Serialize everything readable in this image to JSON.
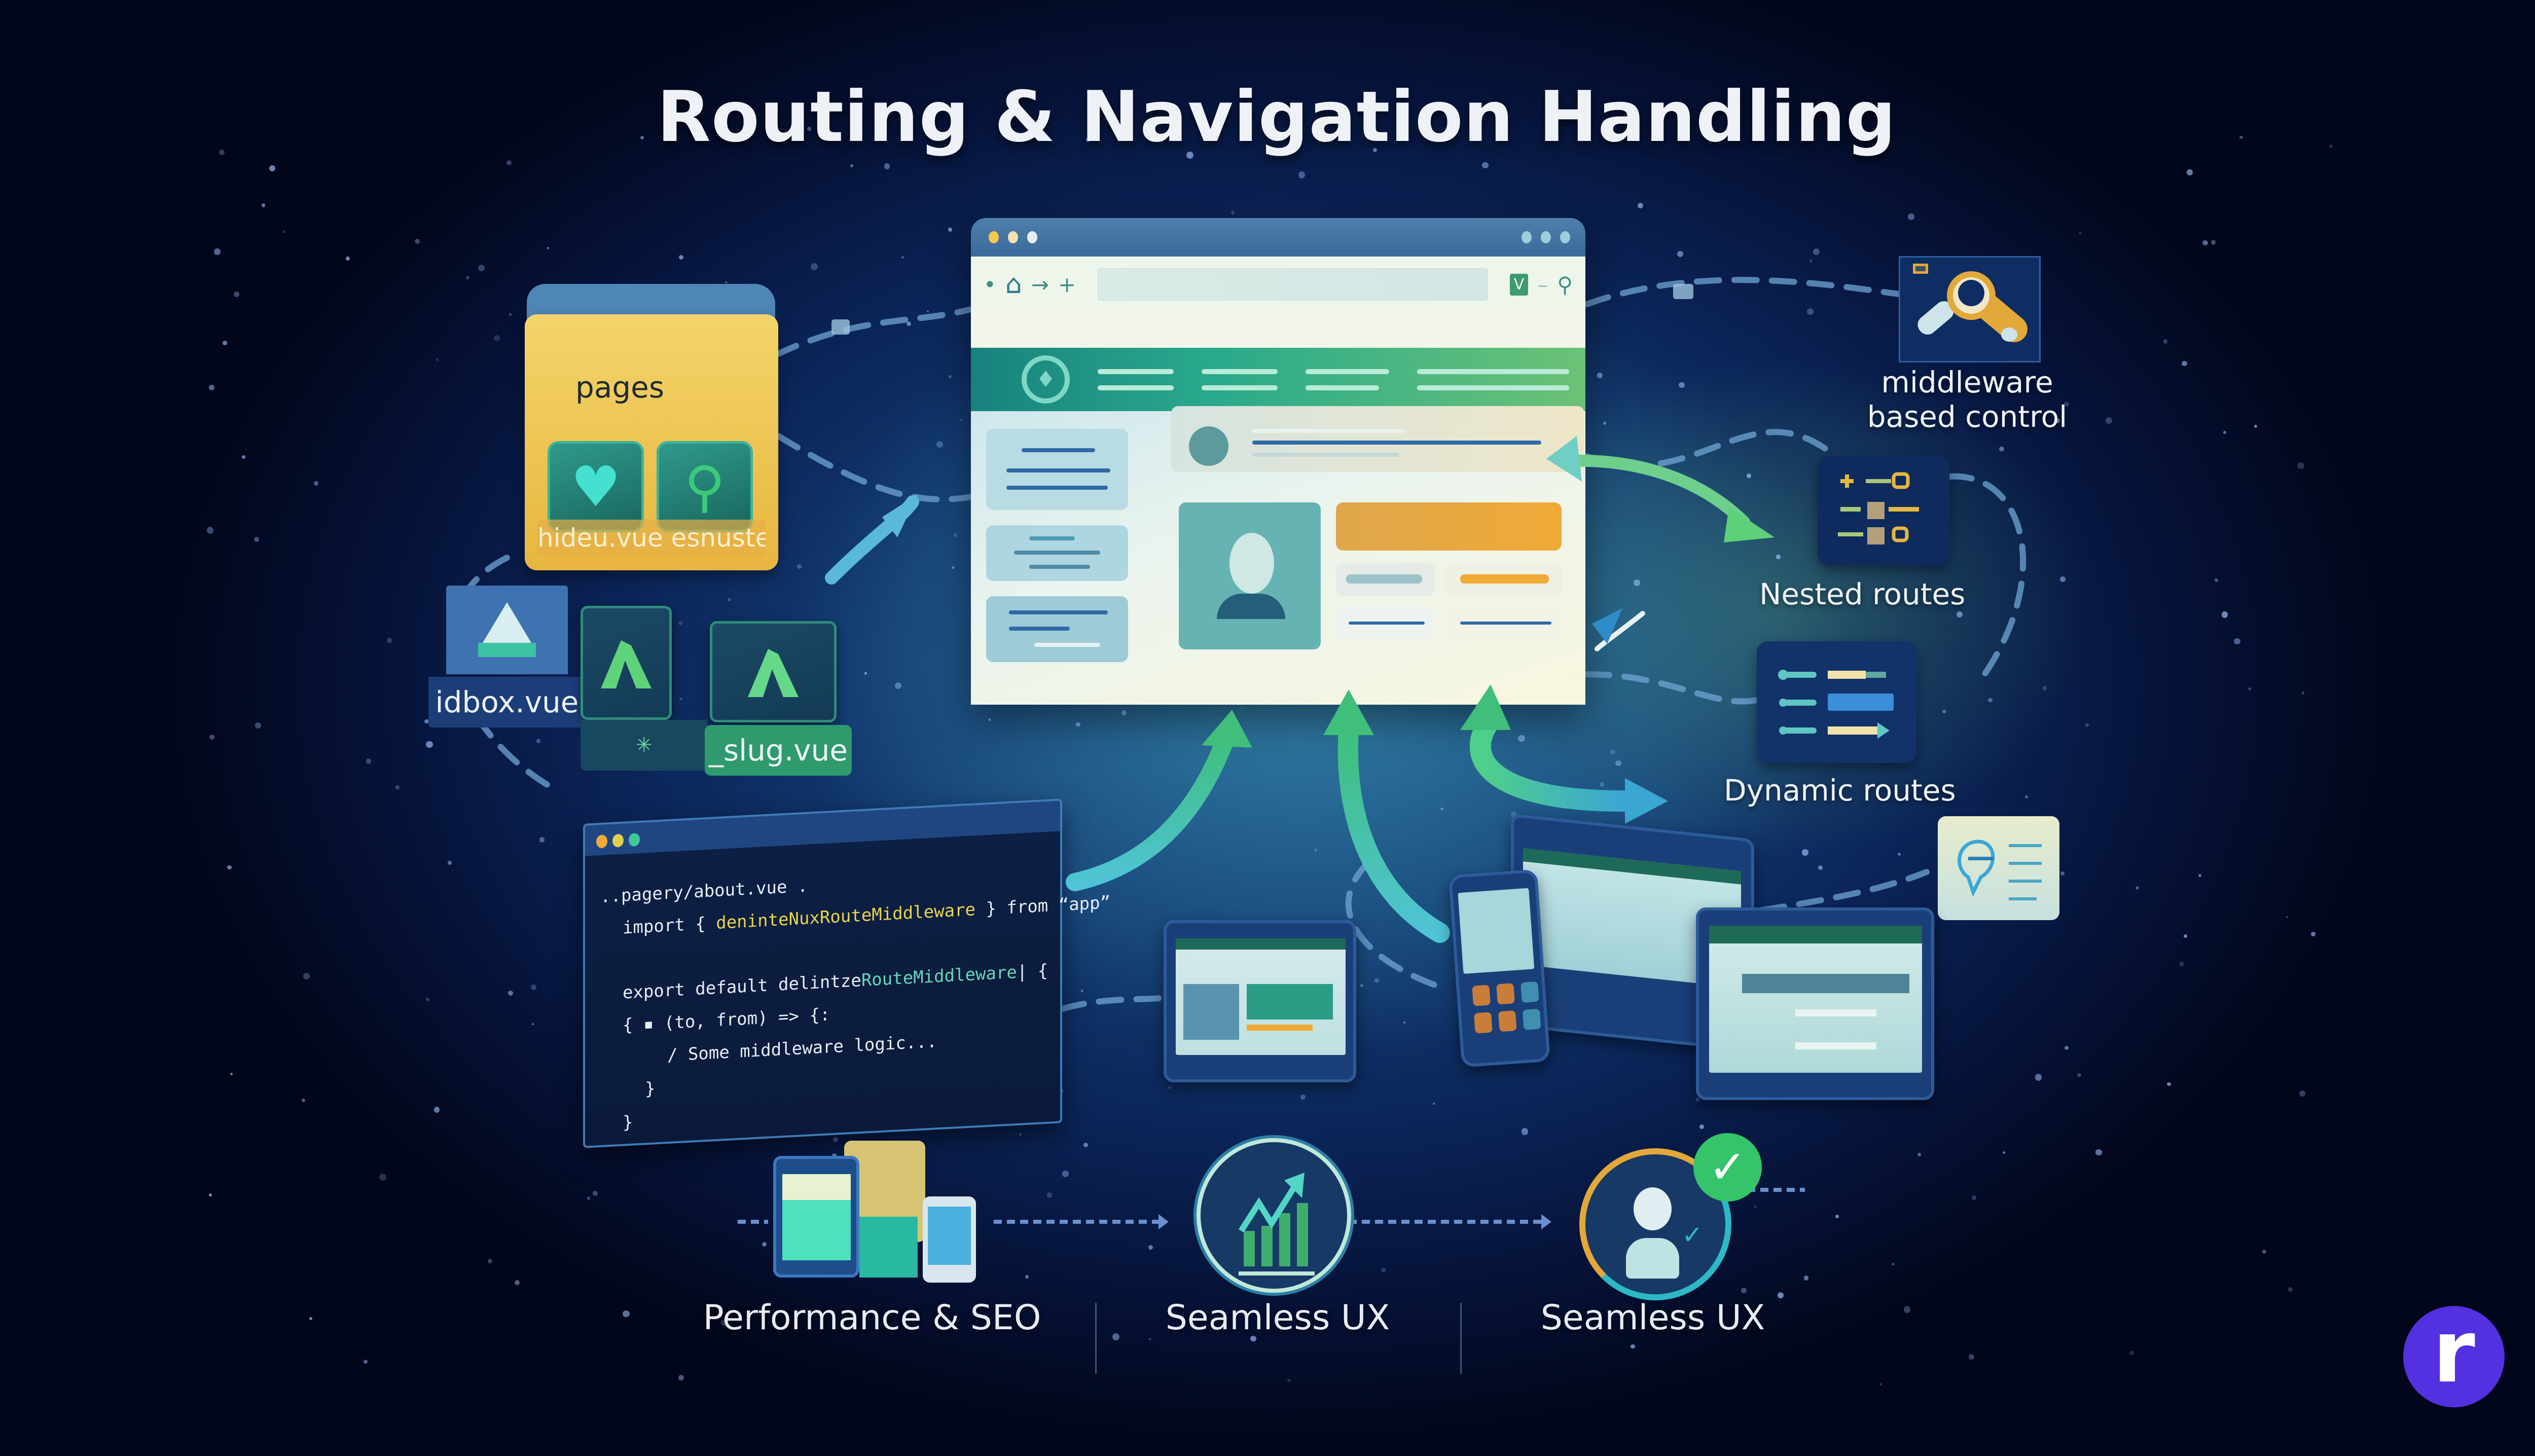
{
  "title": "Routing & Navigation Handling",
  "colors": {
    "background_dark": "#02061a",
    "background_mid": "#123a72",
    "glow_teal": "#46aabe",
    "folder_yellow": "#f3d46a",
    "vue_green": "#5fd27a",
    "browser_nav_start": "#18827e",
    "browser_nav_end": "#6cc276",
    "accent_orange": "#f0aa36",
    "brand_purple": "#5330e0",
    "text_light": "#eef3f8"
  },
  "folder": {
    "label": "pages",
    "tiles": [
      {
        "icon": "heart-icon",
        "glyph": "♥"
      },
      {
        "icon": "user-pin-icon",
        "glyph": "⚲"
      }
    ],
    "caption": "hideu.vue esnuste"
  },
  "vue_files": {
    "idbox": {
      "name": "idbox.vue",
      "icon": "triangle-logo-icon"
    },
    "slug": {
      "name": "_slug.vue",
      "icon": "vue-logo-icon"
    },
    "strip_glyph": "✳"
  },
  "code_editor": {
    "dots": [
      "#f0aa36",
      "#e0cf4a",
      "#3fc79a"
    ],
    "lines": [
      {
        "indent": 0,
        "parts": [
          {
            "t": "..pagery/about.vue .",
            "c": "kw"
          }
        ]
      },
      {
        "indent": 1,
        "parts": [
          {
            "t": "import { ",
            "c": "kw"
          },
          {
            "t": "deninteNuxRouteMiddleware",
            "c": "yl"
          },
          {
            "t": " } from “app”",
            "c": "kw"
          }
        ]
      },
      {
        "indent": 0,
        "parts": [
          {
            "t": "",
            "c": "kw"
          }
        ]
      },
      {
        "indent": 1,
        "parts": [
          {
            "t": "export default delintze",
            "c": "kw"
          },
          {
            "t": "RouteMiddleware",
            "c": "tl"
          },
          {
            "t": "| {",
            "c": "kw"
          }
        ]
      },
      {
        "indent": 1,
        "parts": [
          {
            "t": "{ ▪ (to, from) => {:",
            "c": "kw"
          }
        ]
      },
      {
        "indent": 3,
        "parts": [
          {
            "t": "/ Some middleware logic...",
            "c": "kw"
          }
        ]
      },
      {
        "indent": 2,
        "parts": [
          {
            "t": "}",
            "c": "kw"
          }
        ]
      },
      {
        "indent": 1,
        "parts": [
          {
            "t": "}",
            "c": "kw"
          }
        ]
      }
    ]
  },
  "browser": {
    "window_dots_left": [
      "#f2c94c",
      "#f5e0b0",
      "#e6eef2"
    ],
    "window_dots_right": [
      "#9ccfd8",
      "#9ccfd8",
      "#9ccfd8"
    ],
    "toolbar_icons": [
      {
        "name": "back-icon",
        "glyph": "•"
      },
      {
        "name": "home-icon",
        "glyph": "⌂"
      },
      {
        "name": "forward-icon",
        "glyph": "→"
      },
      {
        "name": "new-tab-icon",
        "glyph": "+"
      }
    ],
    "toolbar_right_icons": [
      {
        "name": "vue-extension-icon",
        "glyph": "V"
      },
      {
        "name": "minimize-icon",
        "glyph": "–"
      },
      {
        "name": "account-icon",
        "glyph": "⚲"
      }
    ],
    "url_value": "",
    "nav_logo_glyph": "♦"
  },
  "right_panel": {
    "middleware": {
      "label_line1": "middleware",
      "label_line2": "based control",
      "icon": "wrench-key-icon"
    },
    "nested": {
      "label": "Nested routes",
      "icon": "nested-tree-icon"
    },
    "dynamic": {
      "label": "Dynamic routes",
      "icon": "dynamic-list-icon"
    },
    "map_card": {
      "icon": "map-pin-list-icon"
    }
  },
  "features": [
    {
      "label": "Performance & SEO",
      "icon": "devices-icon"
    },
    {
      "label": "Seamless UX",
      "icon": "growth-chart-icon"
    },
    {
      "label": "Seamless UX",
      "icon": "user-check-icon"
    }
  ],
  "brand_badge": {
    "letter": "r"
  }
}
